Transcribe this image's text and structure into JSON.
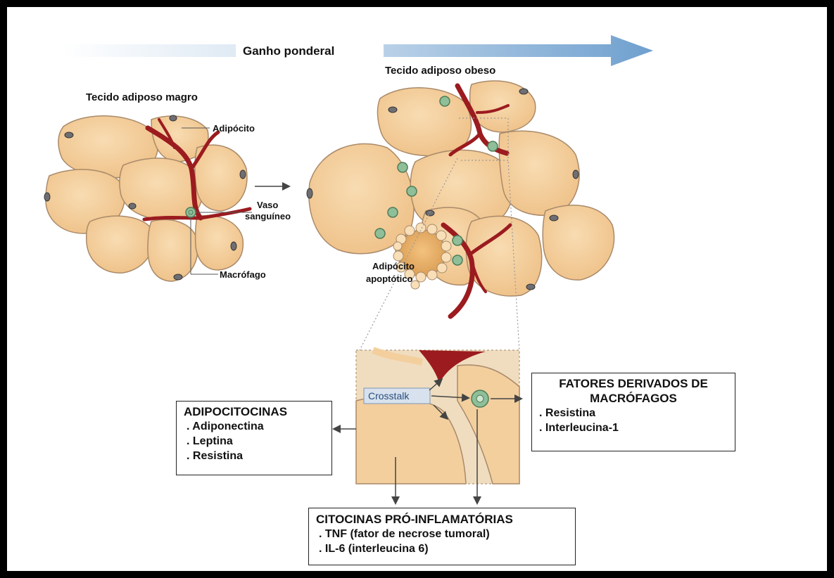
{
  "arrow_title": "Ganho ponderal",
  "lean": {
    "title": "Tecido adiposo magro",
    "labels": {
      "adipocyte": "Adipócito",
      "vessel_line1": "Vaso",
      "vessel_line2": "sanguíneo",
      "macrophage": "Macrófago"
    }
  },
  "obese": {
    "title": "Tecido adiposo obeso",
    "apoptotic_line1": "Adipócito",
    "apoptotic_line2": "apoptótico"
  },
  "crosstalk": "Crosstalk",
  "adipocitocinas": {
    "title": "ADIPOCITOCINAS",
    "items": [
      ". Adiponectina",
      ". Leptina",
      ". Resistina"
    ]
  },
  "fatores": {
    "title_line1": "FATORES DERIVADOS DE",
    "title_line2": "MACRÓFAGOS",
    "items": [
      ". Resistina",
      ". Interleucina-1"
    ]
  },
  "citocinas": {
    "title": "CITOCINAS PRÓ-INFLAMATÓRIAS",
    "items": [
      ". TNF (fator de necrose tumoral)",
      ". IL-6 (interleucina 6)"
    ]
  },
  "colors": {
    "cell_fill": "#f3cf9e",
    "cell_stroke": "#a98a6a",
    "vessel": "#9b1b1f",
    "macrophage": "#8fbf98",
    "arrow_blue": "#6fa0cf",
    "zoom_bg": "#f0ddc0"
  }
}
